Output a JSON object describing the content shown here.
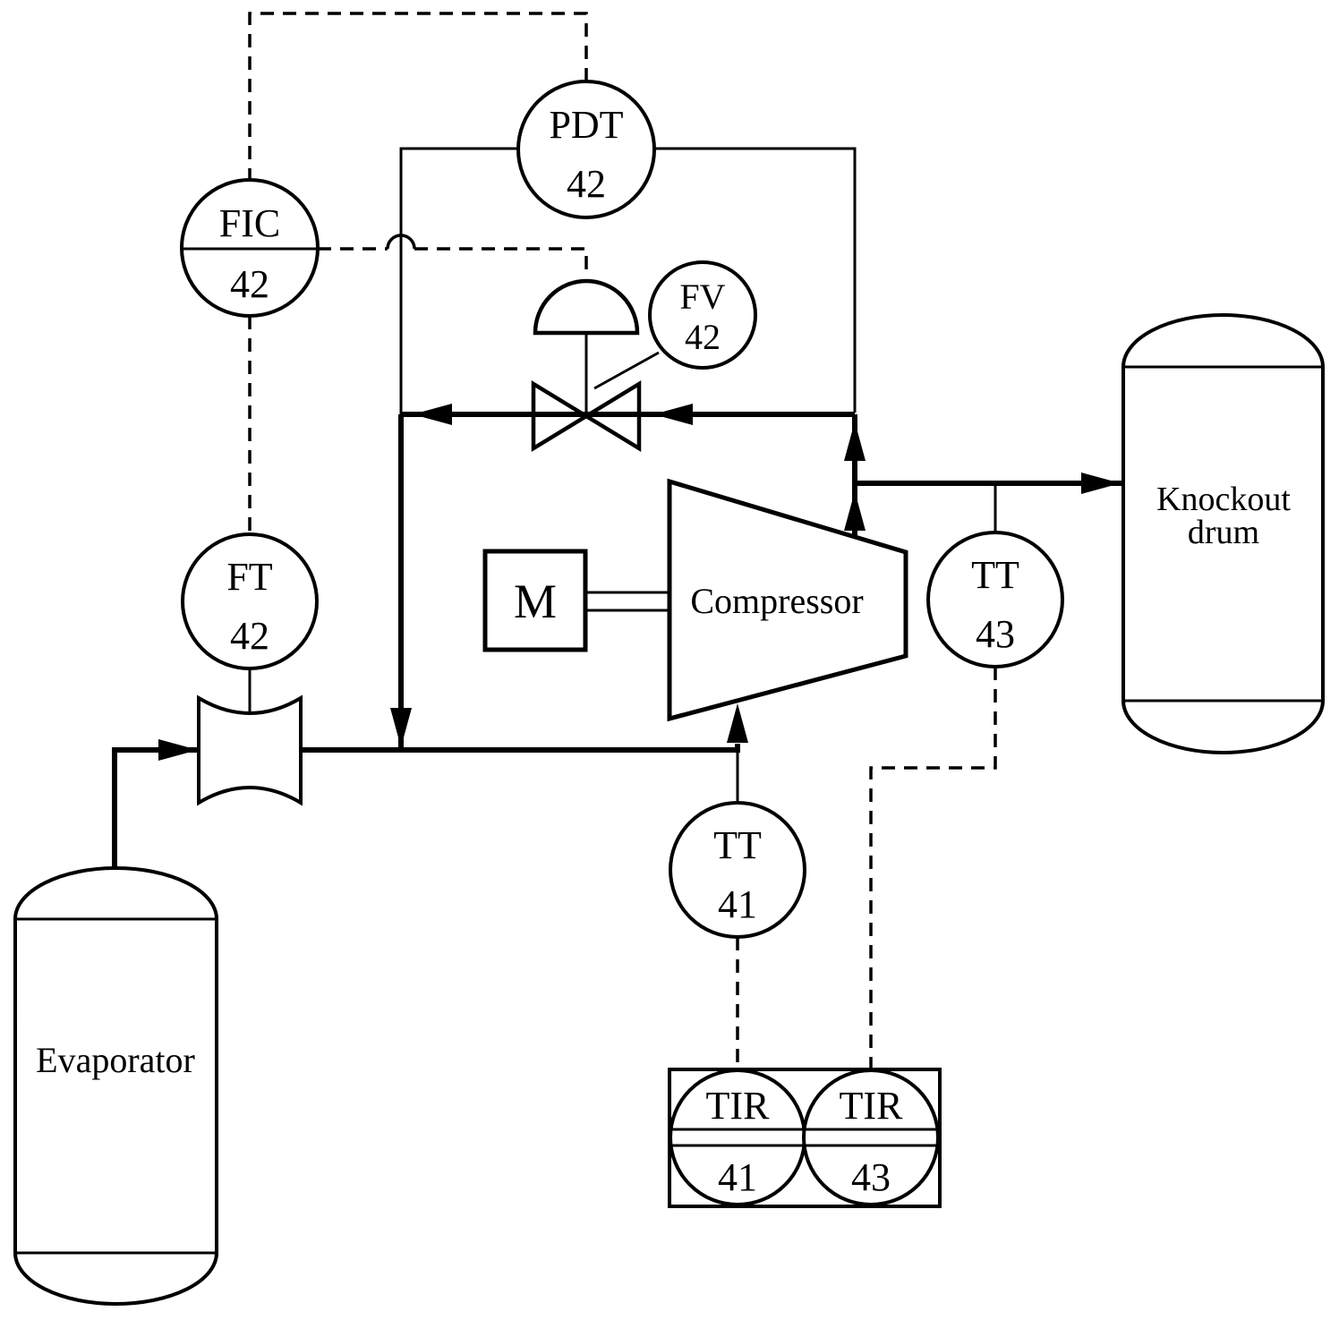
{
  "instruments": {
    "fic42": {
      "tag": "FIC",
      "number": "42"
    },
    "pdt42": {
      "tag": "PDT",
      "number": "42"
    },
    "ft42": {
      "tag": "FT",
      "number": "42"
    },
    "fv42": {
      "tag": "FV",
      "number": "42"
    },
    "tt41": {
      "tag": "TT",
      "number": "41"
    },
    "tt43": {
      "tag": "TT",
      "number": "43"
    },
    "tir41": {
      "tag": "TIR",
      "number": "41"
    },
    "tir43": {
      "tag": "TIR",
      "number": "43"
    }
  },
  "equipment": {
    "evaporator": {
      "label": "Evaporator"
    },
    "compressor": {
      "label": "Compressor"
    },
    "motor": {
      "label": "M"
    },
    "knockout_drum": {
      "label_line1": "Knockout",
      "label_line2": "drum"
    }
  },
  "colors": {
    "line": "#000000",
    "background": "#ffffff"
  }
}
